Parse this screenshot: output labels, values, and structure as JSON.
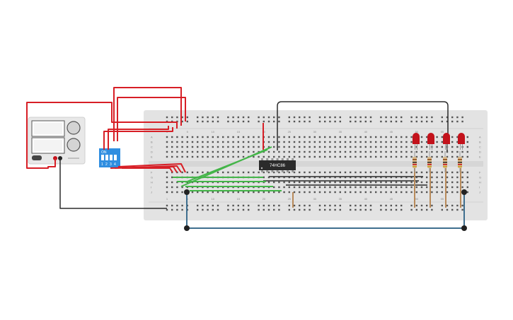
{
  "chip": {
    "label": "74HC86"
  },
  "dip_switch": {
    "on_label": "ON",
    "positions": [
      "1",
      "2",
      "3",
      "4"
    ]
  },
  "breadboard": {
    "column_numbers": [
      "1",
      "5",
      "10",
      "15",
      "20",
      "25",
      "30",
      "35",
      "40",
      "45",
      "50",
      "55"
    ],
    "row_letters_top": [
      "A",
      "B",
      "C",
      "D",
      "E"
    ],
    "row_letters_bottom": [
      "F",
      "G",
      "H",
      "I",
      "J"
    ]
  },
  "components": {
    "leds": 4,
    "resistors": 4
  },
  "colors": {
    "board": "#e3e3e3",
    "red_wire": "#d71f26",
    "black_wire": "#2b2b2b",
    "green_wire": "#44b549",
    "blue_wire": "#3f6f8f",
    "switch": "#2f8ee0",
    "led": "#c3121b",
    "brown_wire": "#b88a5a"
  }
}
